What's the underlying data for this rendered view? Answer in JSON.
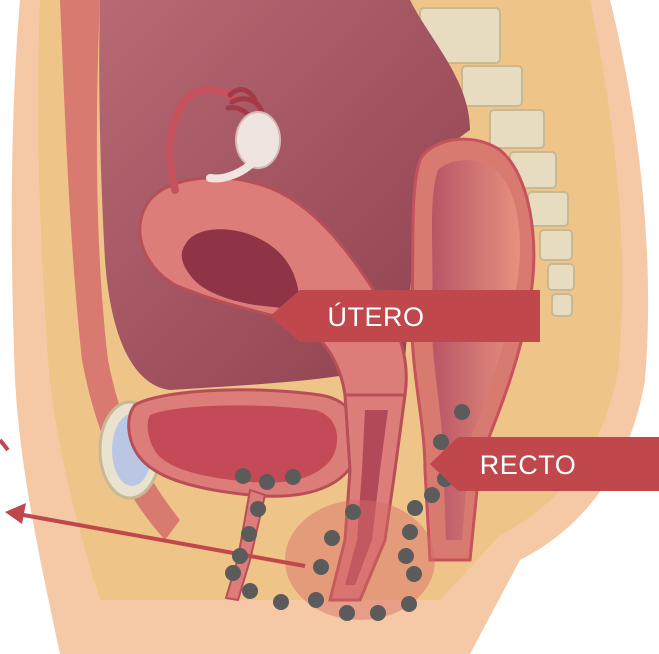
{
  "labels": {
    "uterus": "ÚTERO",
    "rectum": "RECTO"
  },
  "colors": {
    "callout": "#c0474b",
    "skin": "#f5c9a8",
    "fat": "#eec489",
    "cavity": "#9e4f5b",
    "organ_wall": "#dc7d79",
    "organ_inner": "#a6475a",
    "bladder_fill": "#c44a57",
    "spine": "#e8dcc0",
    "marker_dot": "#5b5b5b",
    "arrow": "#c0474b"
  },
  "icons": [
    "dot-marker",
    "arrow-left"
  ]
}
